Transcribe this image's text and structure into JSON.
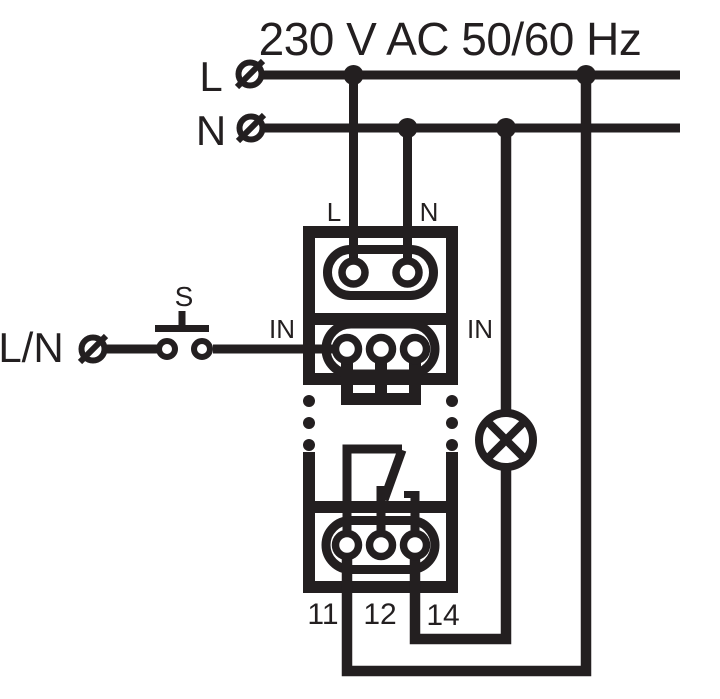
{
  "colors": {
    "line": "#231f20",
    "background": "#ffffff"
  },
  "labels": {
    "title": "230 V AC 50/60 Hz",
    "supply_l": "L",
    "supply_n": "N",
    "input_ln": "L/N",
    "switch": "S",
    "in_left": "IN",
    "in_right": "IN",
    "device_l": "L",
    "device_n": "N",
    "t11": "11",
    "t12": "12",
    "t14": "14"
  }
}
